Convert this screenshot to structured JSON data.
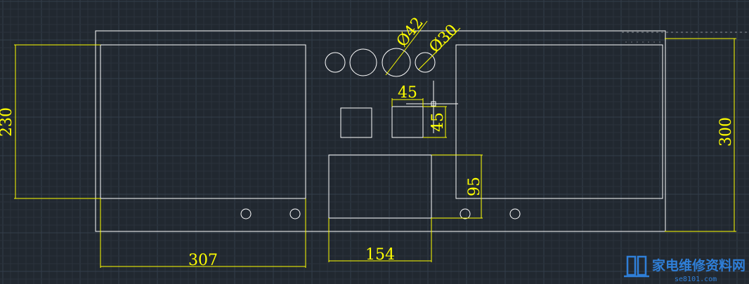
{
  "colors": {
    "background": "#212830",
    "grid_minor": "#2a323c",
    "grid_major": "#343e4a",
    "outline": "#ffffff",
    "dimension": "#ffff00",
    "logo": "#2f7fd8"
  },
  "dimensions": {
    "left_panel_height": "230",
    "right_height": "300",
    "left_panel_width": "307",
    "bottom_box_width": "154",
    "notch_height": "95",
    "small_square_width": "45",
    "small_square_height": "45",
    "diameter_large": "Ø42",
    "diameter_small": "Ø30"
  },
  "watermark": {
    "title": "家电维修资料网",
    "url": "se8101.com"
  }
}
